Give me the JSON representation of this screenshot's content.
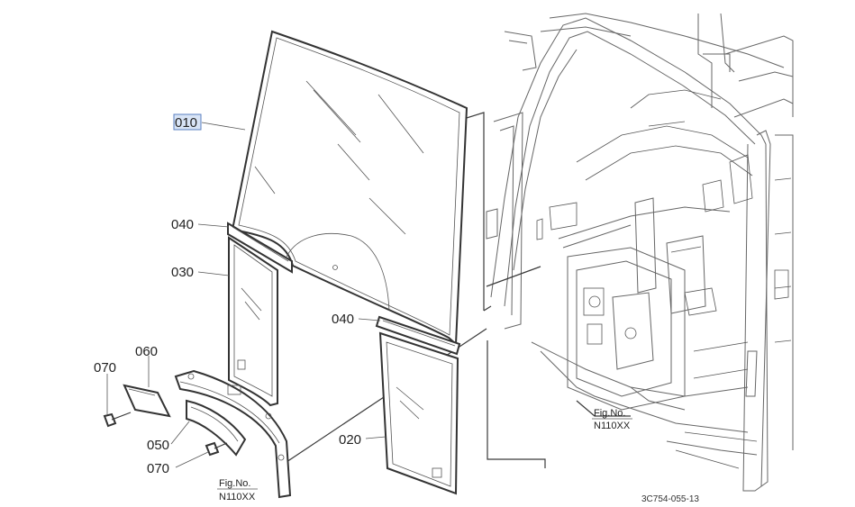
{
  "parts": {
    "p010": "010",
    "p040a": "040",
    "p030": "030",
    "p040b": "040",
    "p060": "060",
    "p070a": "070",
    "p050": "050",
    "p070b": "070",
    "p020": "020"
  },
  "fig_refs": {
    "right_line1": "Fig.No.",
    "right_line2": "N110XX",
    "left_line1": "Fig.No.",
    "left_line2": "N110XX"
  },
  "drawing_code": "3C754-055-13",
  "highlight_color": "#d8e4f6"
}
